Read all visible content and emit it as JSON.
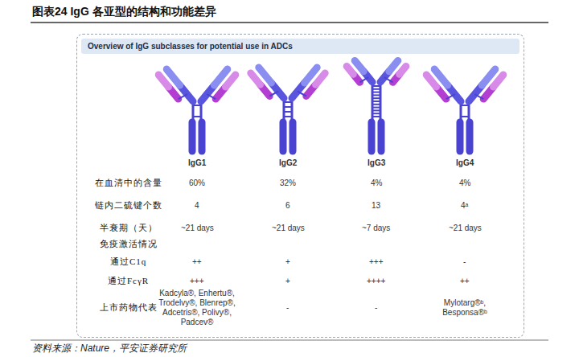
{
  "diagram": {
    "title": "图表24 IgG 各亚型的结构和功能差异",
    "caption": "资料来源：Nature，平安证券研究所",
    "nodes": [
      {
        "text": [
          "Overview of IgG subclasses for potential use in ADCs"
        ]
      }
    ],
    "labels": [
      "IgG1",
      "IgG2",
      "IgG3",
      "IgG4",
      "在血清中的含量",
      "60%",
      "32%",
      "4%",
      "4%",
      "链内二硫键个数",
      "4",
      "6",
      "13",
      "4ᵃ",
      "半衰期（天）",
      "~21 days",
      "~21 days",
      "~7 days",
      "~21 days",
      "免疫激活情况",
      "通过C1q",
      "++",
      "+",
      "+++",
      "-",
      "通过FcγR",
      "+++",
      "+",
      "++++",
      "++",
      "上市药物代表",
      "Kadcyla®, Enhertu®, Trodelvy®, Blenrep®, Adcetris®, Polivy®, Padcev®",
      "-",
      "-",
      "Mylotarg®ᵇ, Besponsa®ᵇ"
    ]
  }
}
